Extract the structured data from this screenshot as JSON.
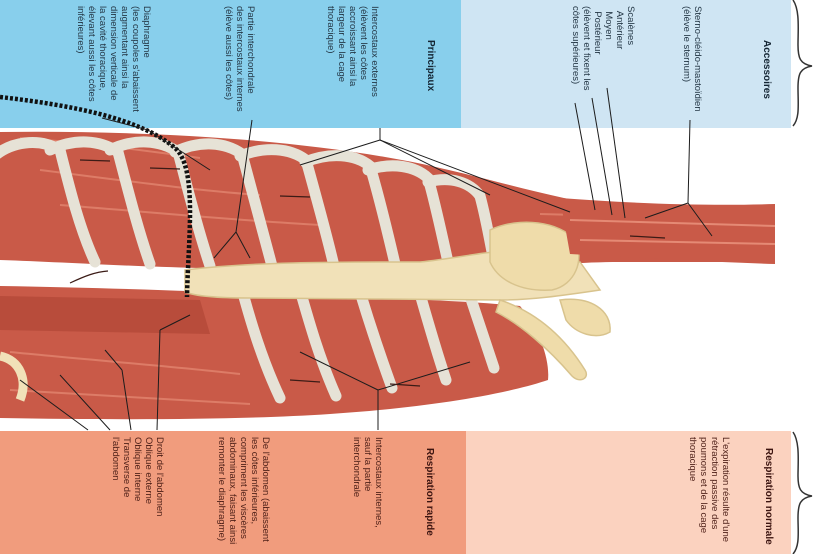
{
  "sections": {
    "accessoires": {
      "title": "Accessoires",
      "sterno": "Sterno-cléido-mastoïdien\n(élève le sternum)",
      "scalenes": "Scalènes\n  Antérieur\n  Moyen\n  Postérieur\n(élèvent et fixent les\ncôtes supérieures)"
    },
    "principaux": {
      "title": "Principaux",
      "intercostaux_externes": "Intercostaux externes\n(élèvent les côtes\naccroissant ainsi la\nlargeur de la cage\nthoracique)",
      "partie_interchondrale": "Partie interchondrale\ndes intercostaux internes\n(élève aussi les côtes)",
      "diaphragme": "Diaphragme\n(les coupoles s'abaissent\naugmentant ainsi la\ndimension verticale de\nla cavité thoracique,\nélevant aussi les côtes\ninférieures)"
    },
    "respiration_rapide": {
      "title": "Respiration rapide",
      "intercostaux_internes": "Intercostaux internes,\nsauf la partie\ninterchondrale",
      "abdomen": "De l'abdomen (abaissent\nles côtes inférieures,\ncompriment les viscères\nabdominaux, faisant ainsi\nremonter le diaphragme)",
      "muscles": "Droit de l'abdomen\nOblique externe\nOblique interne\nTransverse de\nl'abdomen"
    },
    "respiration_normale": {
      "title": "Respiration normale",
      "text": "L'expiration résulte d'une\nrétraction passive des\npoumons et de la cage\nthoracique"
    }
  },
  "colors": {
    "accessoires_bg": "#cfe5f3",
    "principaux_bg": "#88cfec",
    "rapide_bg": "#f19c7d",
    "normale_bg": "#fbd2bf",
    "muscle": "#cc5f4c",
    "bone": "#f1e1b8"
  }
}
